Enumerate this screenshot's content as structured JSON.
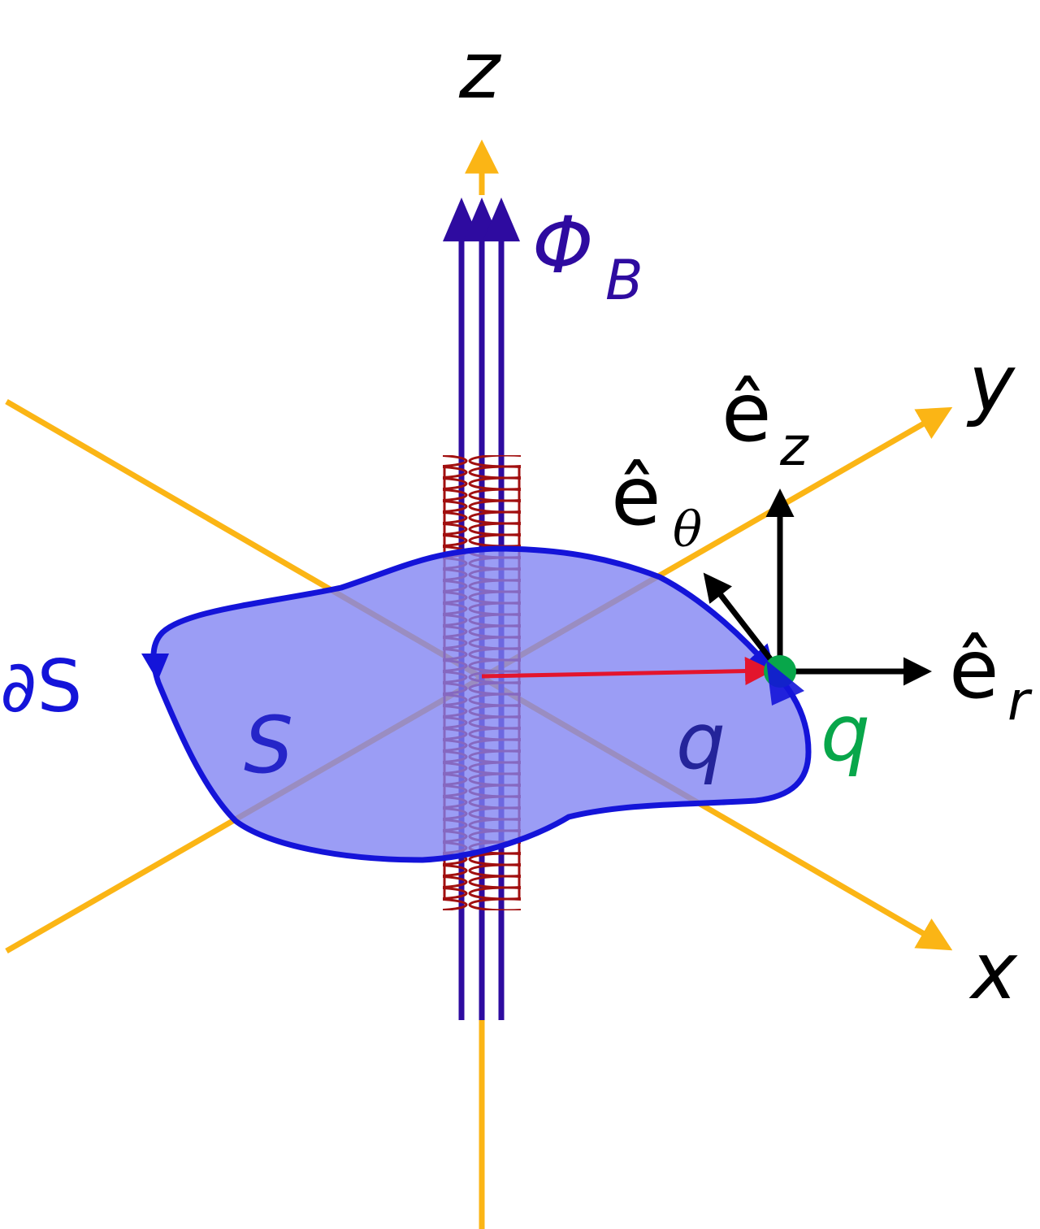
{
  "colors": {
    "axis": "#fbb515",
    "flux": "#2e0ba0",
    "coil": "#a10f0f",
    "surface_fill": "#7f82f2",
    "surface_edge": "#1414d9",
    "surface_label": "#2525c8",
    "radius_vector": "#e3152d",
    "charge": "#08a64a",
    "basis": "#000000"
  },
  "labels": {
    "axis_z": "z",
    "axis_y": "y",
    "axis_x": "x",
    "flux": "Φ",
    "flux_sub": "B",
    "boundary": "∂S",
    "surface": "S",
    "q_inside": "q",
    "charge": "q",
    "e_hat": "ê",
    "e_z_sub": "z",
    "e_theta_sub": "θ",
    "e_r_sub": "r"
  }
}
